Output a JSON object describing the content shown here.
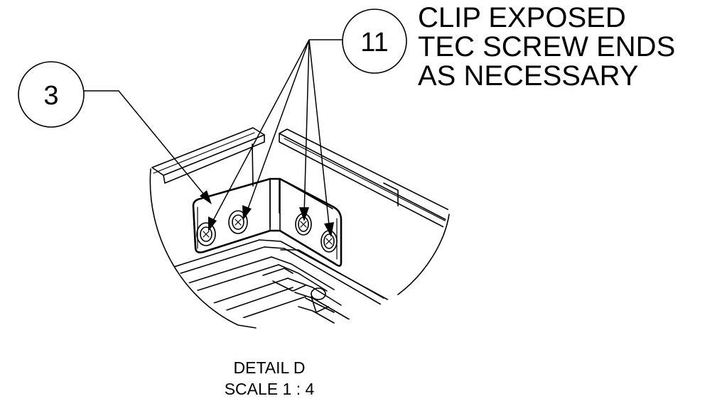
{
  "balloons": [
    {
      "label": "3"
    },
    {
      "label": "11"
    }
  ],
  "note": {
    "lines": [
      "CLIP EXPOSED",
      "TEC SCREW ENDS",
      "AS NECESSARY"
    ]
  },
  "caption": {
    "line1": "DETAIL D",
    "line2": "SCALE 1 : 4"
  }
}
